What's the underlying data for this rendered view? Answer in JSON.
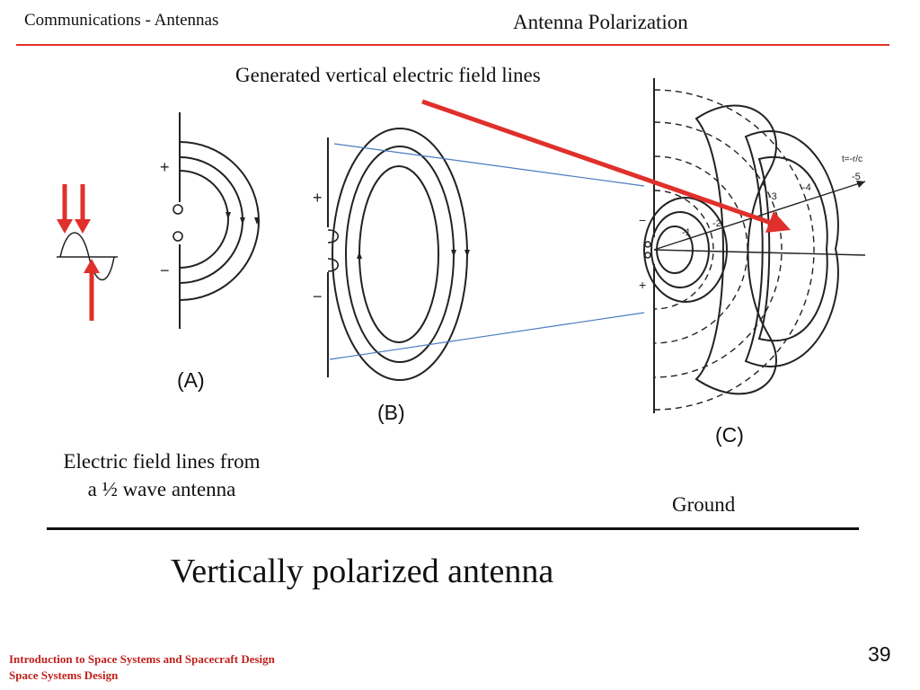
{
  "header": {
    "section": "Communications - Antennas",
    "title": "Antenna Polarization"
  },
  "annotation": {
    "generated_label": "Generated vertical electric field lines"
  },
  "figures": {
    "a_label": "(A)",
    "b_label": "(B)",
    "c_label": "(C)",
    "c_tick_labels": [
      "-1",
      "-2",
      "-3",
      "-4",
      "-5",
      "t=-r/c"
    ]
  },
  "caption": {
    "line1": "Electric field lines from",
    "line2": "a ½ wave antenna"
  },
  "ground_label": "Ground",
  "main_title": "Vertically polarized antenna",
  "footer": {
    "line1": "Introduction to Space Systems and Spacecraft Design",
    "line2": "Space Systems Design"
  },
  "page_number": "39",
  "colors": {
    "accent_red": "#e0302c",
    "footer_red": "#c0201c",
    "connector_blue": "#4a7bbf"
  },
  "symbols": {
    "plus": "+",
    "minus": "−"
  }
}
